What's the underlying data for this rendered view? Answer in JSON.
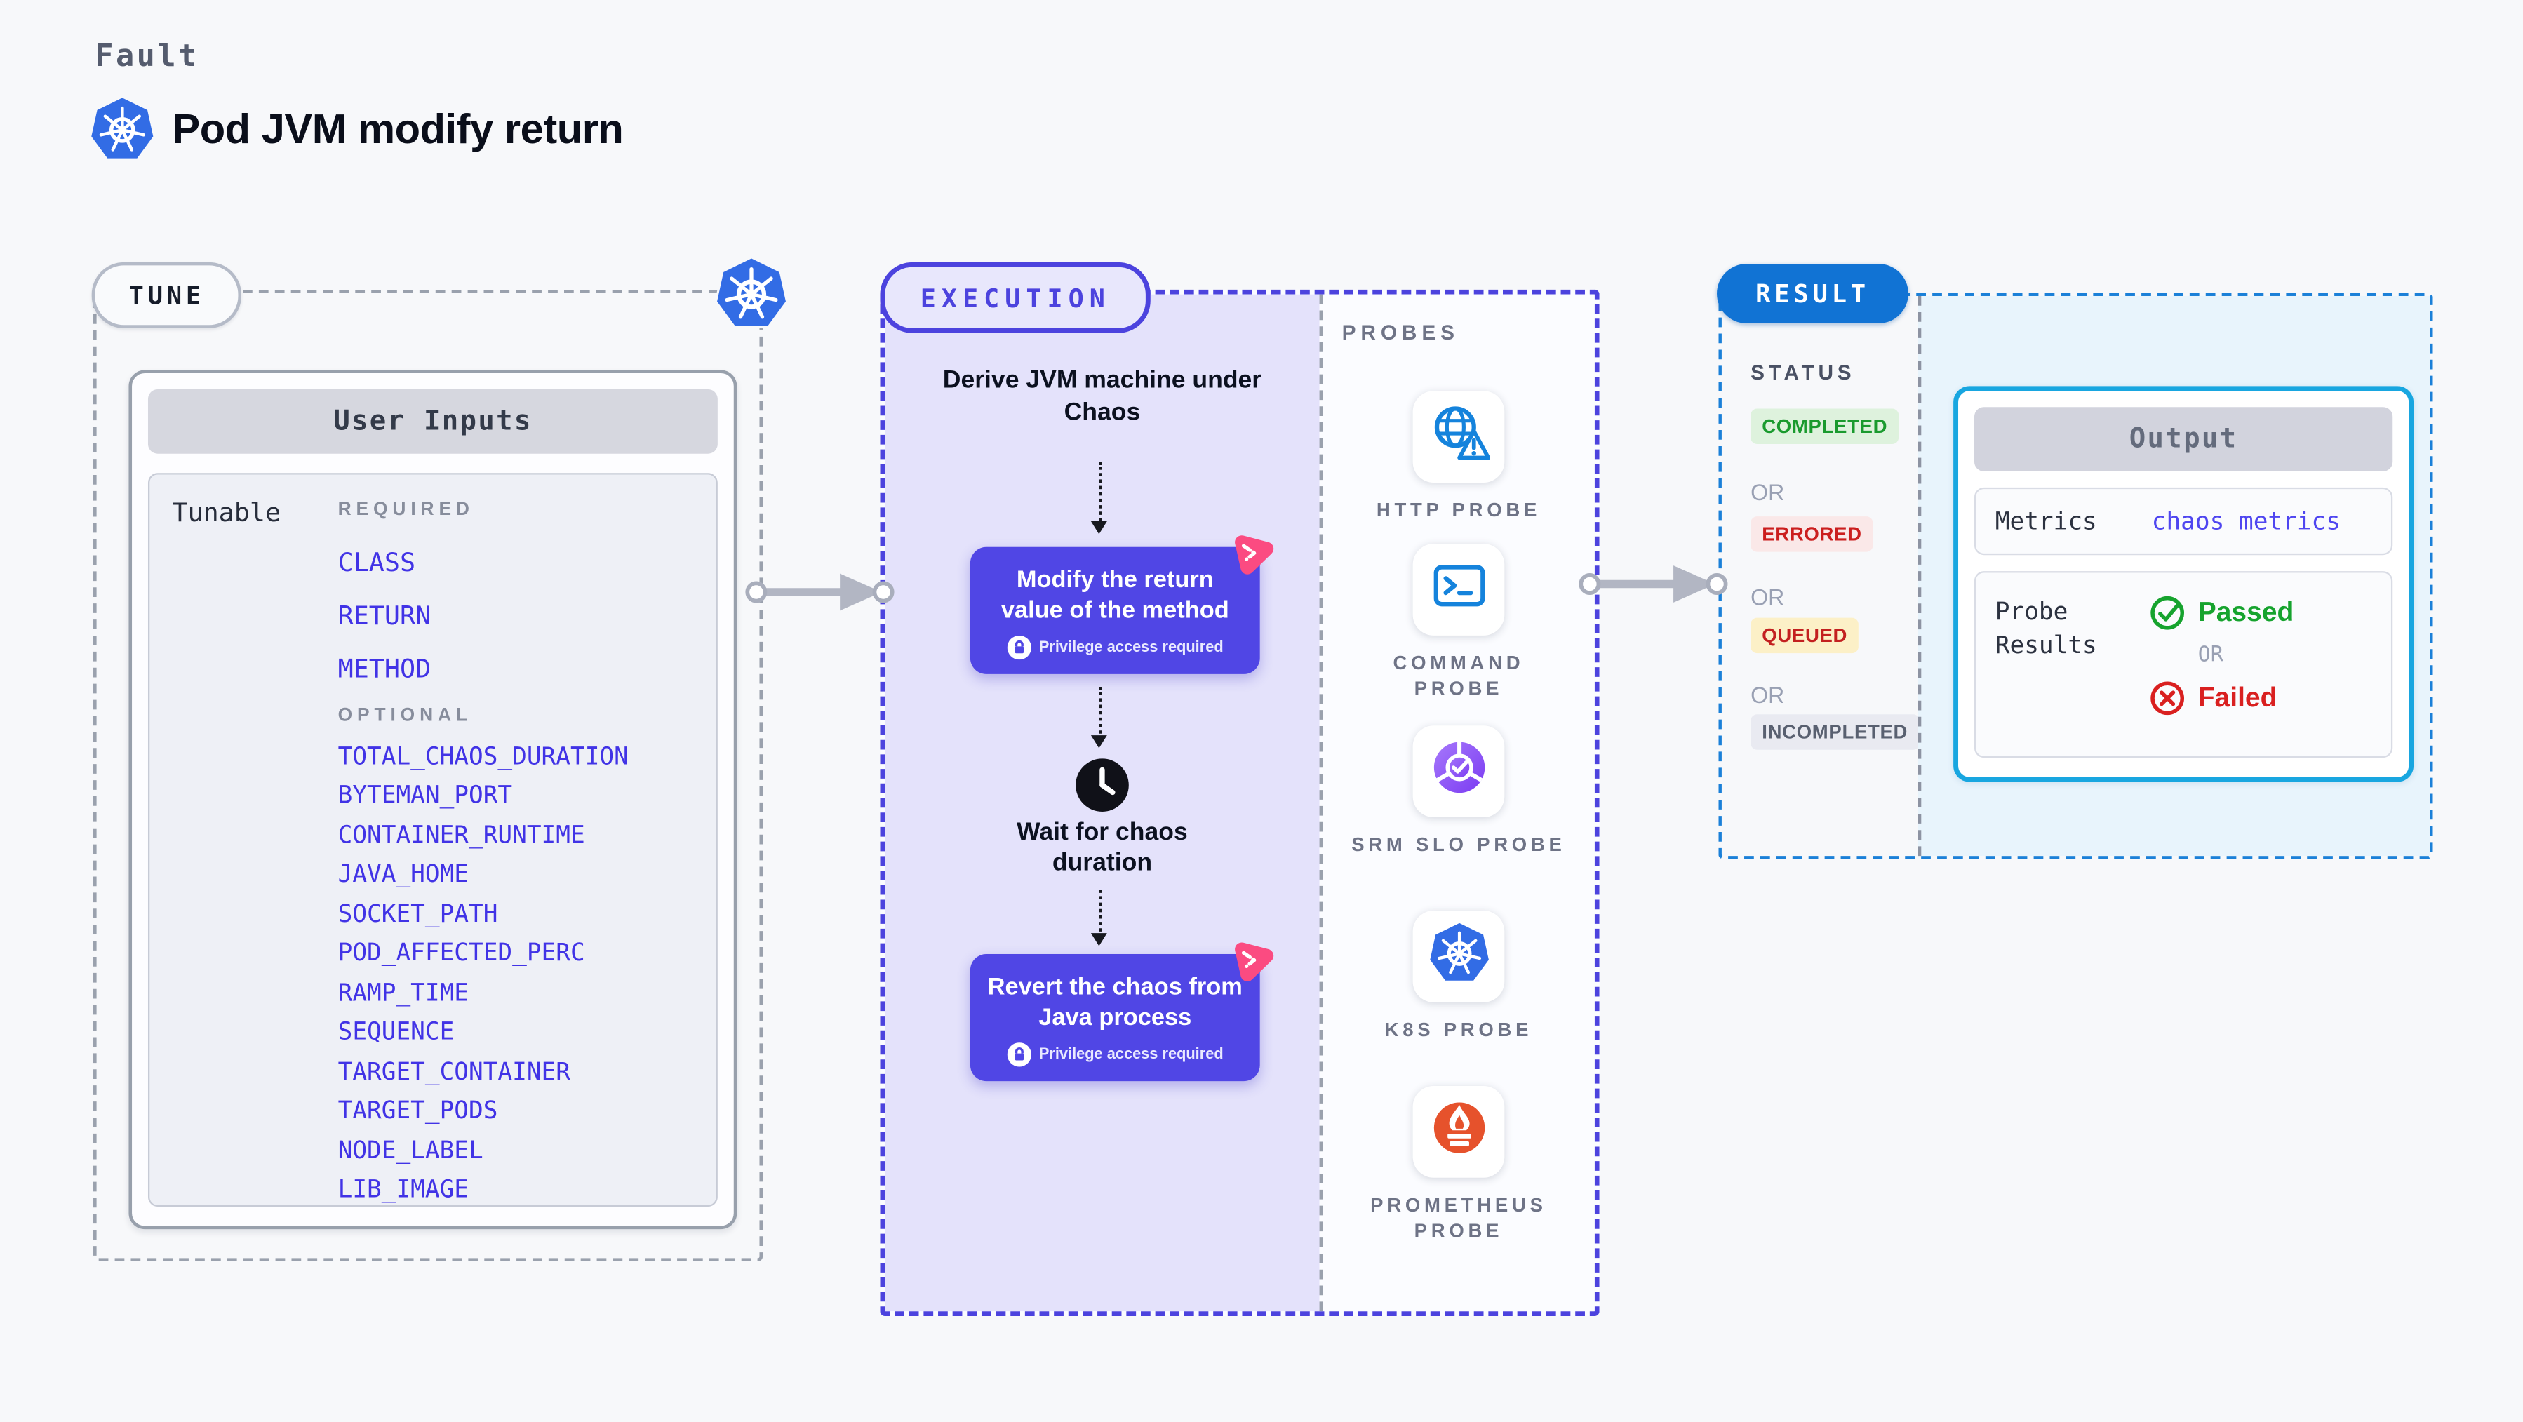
{
  "header": {
    "eyebrow": "Fault",
    "title": "Pod JVM modify return"
  },
  "tune": {
    "section_label": "TUNE",
    "card_title": "User Inputs",
    "row_label": "Tunable",
    "required_label": "REQUIRED",
    "required_items": [
      "CLASS",
      "RETURN",
      "METHOD"
    ],
    "optional_label": "OPTIONAL",
    "optional_items": [
      "TOTAL_CHAOS_DURATION",
      "BYTEMAN_PORT",
      "CONTAINER_RUNTIME",
      "JAVA_HOME",
      "SOCKET_PATH",
      "POD_AFFECTED_PERC",
      "RAMP_TIME",
      "SEQUENCE",
      "TARGET_CONTAINER",
      "TARGET_PODS",
      "NODE_LABEL",
      "LIB_IMAGE"
    ]
  },
  "execution": {
    "section_label": "EXECUTION",
    "derive_step": "Derive JVM machine under Chaos",
    "modify_step": "Modify the return value of the method",
    "wait_step": "Wait for chaos duration",
    "revert_step": "Revert the chaos from Java process",
    "privilege_note": "Privilege access required",
    "probes": {
      "label": "PROBES",
      "items": [
        {
          "label": "HTTP PROBE",
          "icon": "globe-alert-icon"
        },
        {
          "label": "COMMAND PROBE",
          "icon": "terminal-icon"
        },
        {
          "label": "SRM SLO PROBE",
          "icon": "slo-gauge-icon"
        },
        {
          "label": "K8S PROBE",
          "icon": "kubernetes-icon"
        },
        {
          "label": "PROMETHEUS PROBE",
          "icon": "prometheus-icon"
        }
      ]
    }
  },
  "result": {
    "section_label": "RESULT",
    "status": {
      "label": "STATUS",
      "or_label": "OR",
      "badges": [
        {
          "text": "COMPLETED",
          "color": "#1a9a2e",
          "bg": "#def2dd"
        },
        {
          "text": "ERRORED",
          "color": "#cb1e1e",
          "bg": "#fae8e8"
        },
        {
          "text": "QUEUED",
          "color": "#c32020",
          "bg": "#fcf0c7"
        },
        {
          "text": "INCOMPLETED",
          "color": "#596070",
          "bg": "#e9eaf1"
        }
      ]
    },
    "output": {
      "title": "Output",
      "metrics_label": "Metrics",
      "metrics_value": "chaos metrics",
      "probe_results_label": "Probe Results",
      "passed_label": "Passed",
      "or_label": "OR",
      "failed_label": "Failed"
    }
  },
  "colors": {
    "page_bg": "#f7f8fa",
    "accent_indigo": "#4c43de",
    "action_box_indigo": "#5046e5",
    "execution_lavender": "#e4e2fb",
    "tune_dash_gray": "#9aa1ad",
    "result_pill_blue": "#1173d4",
    "result_dash_blue": "#1b80d8",
    "output_border_cyan": "#18a6e0",
    "output_bg_blue": "#e8f4fc",
    "param_link_blue": "#4133e6",
    "kubernetes_blue": "#326ce5",
    "probe_icon_blue": "#1583dc",
    "prometheus_orange": "#e6522c",
    "srm_purple": "#8b4ff5",
    "chaos_pink": "#fb4b81",
    "passed_green": "#16a32e",
    "failed_red": "#d92020"
  }
}
